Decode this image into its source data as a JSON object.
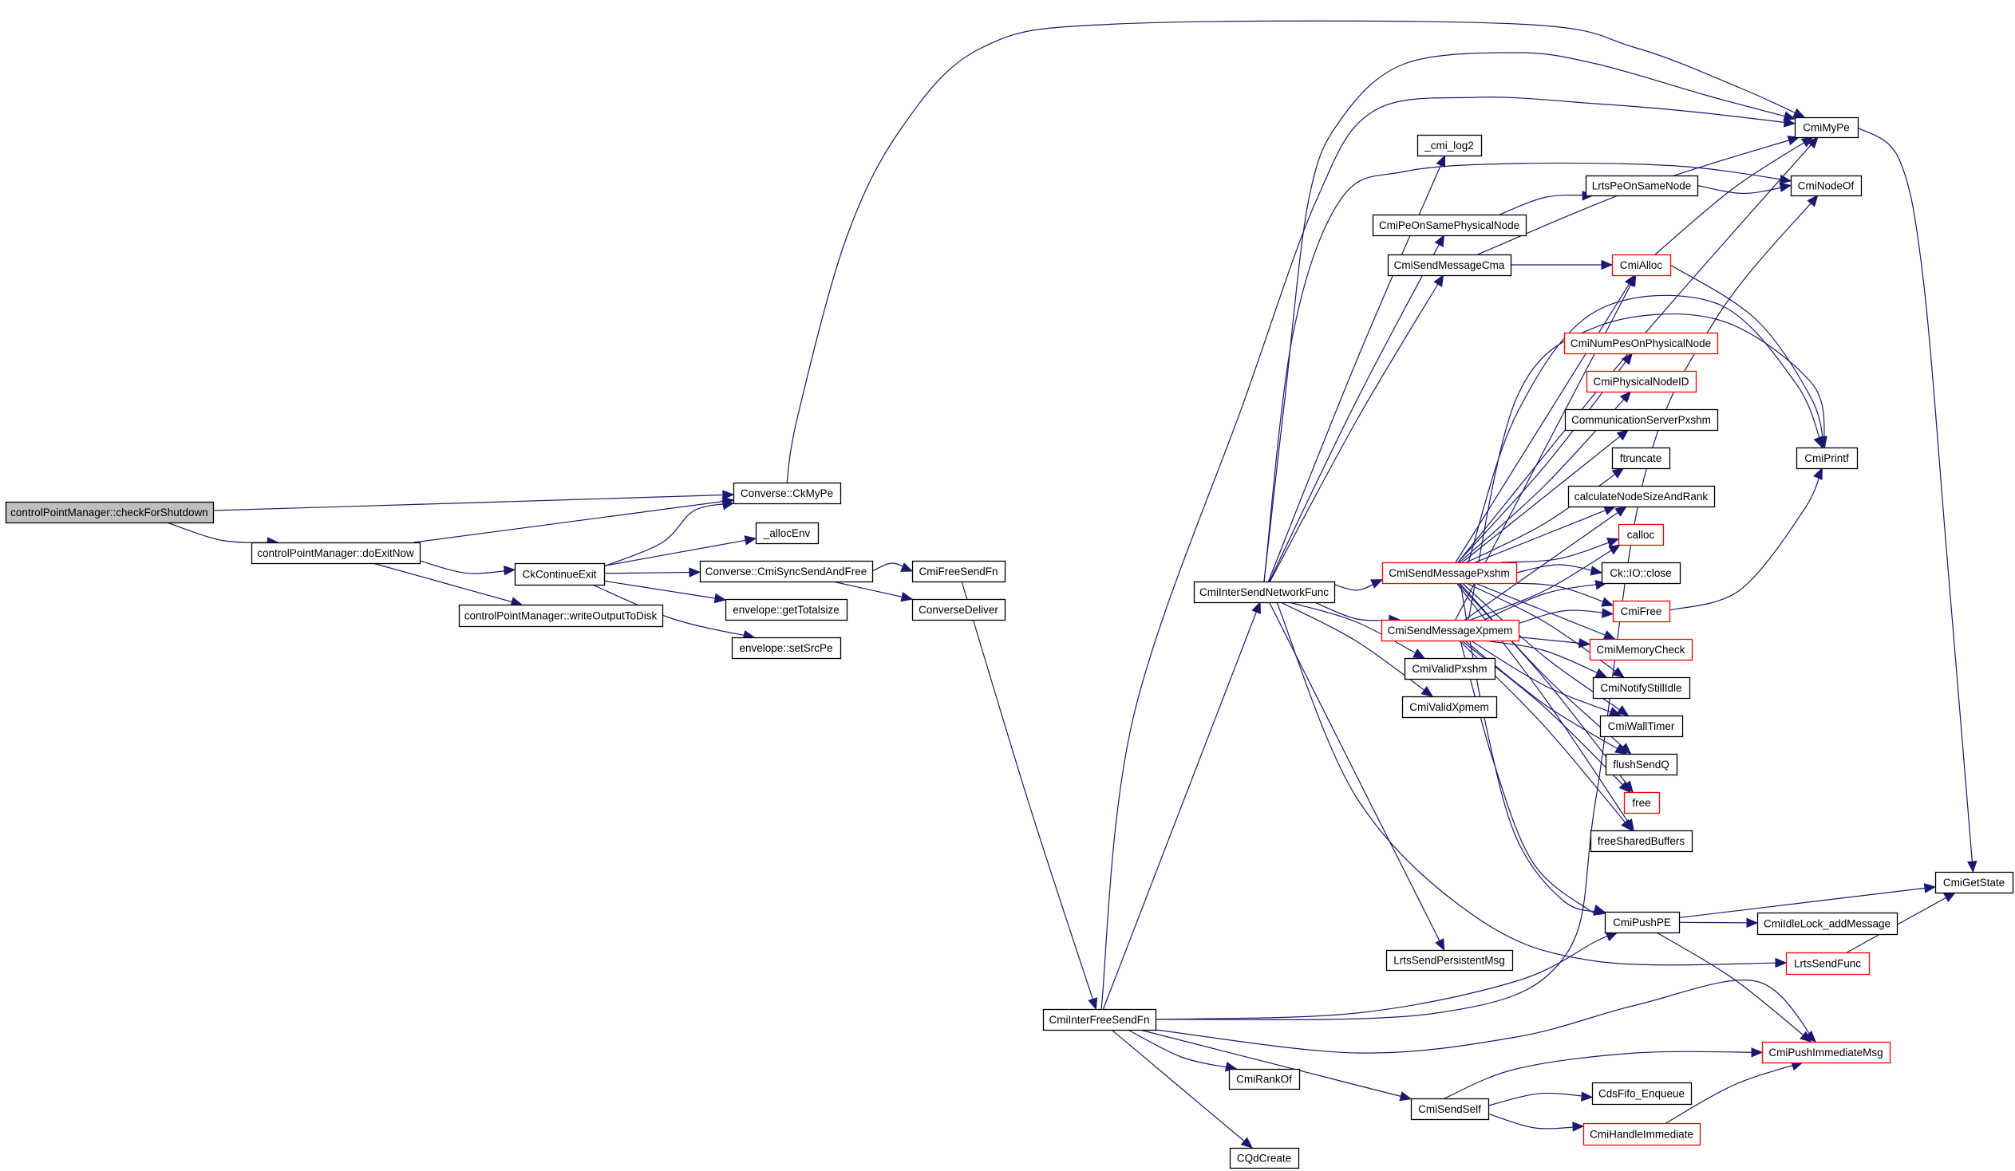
{
  "diagram": {
    "type": "call-graph",
    "colors": {
      "edge": "#191970",
      "node_border": "#000000",
      "node_border_incomplete": "#ff0000",
      "root_fill": "#bfbfbf",
      "node_fill": "#ffffff",
      "text": "#000000"
    },
    "root": "controlPointManager::checkForShutdown",
    "nodes": [
      {
        "id": "n_check",
        "label": "controlPointManager::checkForShutdown",
        "root": true,
        "truncated": false
      },
      {
        "id": "n_doExit",
        "label": "controlPointManager::doExitNow",
        "truncated": false
      },
      {
        "id": "n_ckCont",
        "label": "CkContinueExit",
        "truncated": false
      },
      {
        "id": "n_write",
        "label": "controlPointManager::writeOutputToDisk",
        "truncated": false
      },
      {
        "id": "n_convMyPe",
        "label": "Converse::CkMyPe",
        "truncated": false
      },
      {
        "id": "n_allocEnv",
        "label": "_allocEnv",
        "truncated": false
      },
      {
        "id": "n_syncSend",
        "label": "Converse::CmiSyncSendAndFree",
        "truncated": false
      },
      {
        "id": "n_getTotal",
        "label": "envelope::getTotalsize",
        "truncated": false
      },
      {
        "id": "n_setSrc",
        "label": "envelope::setSrcPe",
        "truncated": false
      },
      {
        "id": "n_freeSendFn",
        "label": "CmiFreeSendFn",
        "truncated": false
      },
      {
        "id": "n_convDeliver",
        "label": "ConverseDeliver",
        "truncated": false
      },
      {
        "id": "n_interFree",
        "label": "CmiInterFreeSendFn",
        "truncated": false
      },
      {
        "id": "n_interNet",
        "label": "CmiInterSendNetworkFunc",
        "truncated": false
      },
      {
        "id": "n_cmilog2",
        "label": "_cmi_log2",
        "truncated": false
      },
      {
        "id": "n_peSamePhys",
        "label": "CmiPeOnSamePhysicalNode",
        "truncated": false
      },
      {
        "id": "n_sendCma",
        "label": "CmiSendMessageCma",
        "truncated": false
      },
      {
        "id": "n_lrtsPeSame",
        "label": "LrtsPeOnSameNode",
        "truncated": false
      },
      {
        "id": "n_cmiAlloc",
        "label": "CmiAlloc",
        "truncated": true
      },
      {
        "id": "n_myPe",
        "label": "CmiMyPe",
        "truncated": false
      },
      {
        "id": "n_nodeOf",
        "label": "CmiNodeOf",
        "truncated": false
      },
      {
        "id": "n_numPes",
        "label": "CmiNumPesOnPhysicalNode",
        "truncated": true
      },
      {
        "id": "n_physId",
        "label": "CmiPhysicalNodeID",
        "truncated": true
      },
      {
        "id": "n_commServ",
        "label": "CommunicationServerPxshm",
        "truncated": false
      },
      {
        "id": "n_ftrunc",
        "label": "ftruncate",
        "truncated": false
      },
      {
        "id": "n_calcNode",
        "label": "calculateNodeSizeAndRank",
        "truncated": false
      },
      {
        "id": "n_calloc",
        "label": "calloc",
        "truncated": true
      },
      {
        "id": "n_ioClose",
        "label": "Ck::IO::close",
        "truncated": false
      },
      {
        "id": "n_cmiFree",
        "label": "CmiFree",
        "truncated": true
      },
      {
        "id": "n_memCheck",
        "label": "CmiMemoryCheck",
        "truncated": true
      },
      {
        "id": "n_notifyIdle",
        "label": "CmiNotifyStillIdle",
        "truncated": false
      },
      {
        "id": "n_wallTimer",
        "label": "CmiWallTimer",
        "truncated": false
      },
      {
        "id": "n_flushQ",
        "label": "flushSendQ",
        "truncated": false
      },
      {
        "id": "n_free",
        "label": "free",
        "truncated": true
      },
      {
        "id": "n_freeShared",
        "label": "freeSharedBuffers",
        "truncated": false
      },
      {
        "id": "n_printf",
        "label": "CmiPrintf",
        "truncated": false
      },
      {
        "id": "n_sendPxshm",
        "label": "CmiSendMessagePxshm",
        "truncated": true
      },
      {
        "id": "n_sendXpmem",
        "label": "CmiSendMessageXpmem",
        "truncated": true
      },
      {
        "id": "n_validPxshm",
        "label": "CmiValidPxshm",
        "truncated": false
      },
      {
        "id": "n_validXpmem",
        "label": "CmiValidXpmem",
        "truncated": false
      },
      {
        "id": "n_lrtsPersist",
        "label": "LrtsSendPersistentMsg",
        "truncated": false
      },
      {
        "id": "n_pushPE",
        "label": "CmiPushPE",
        "truncated": false
      },
      {
        "id": "n_getState",
        "label": "CmiGetState",
        "truncated": false
      },
      {
        "id": "n_idleLock",
        "label": "CmiIdleLock_addMessage",
        "truncated": false
      },
      {
        "id": "n_lrtsSend",
        "label": "LrtsSendFunc",
        "truncated": true
      },
      {
        "id": "n_pushImm",
        "label": "CmiPushImmediateMsg",
        "truncated": true
      },
      {
        "id": "n_rankOf",
        "label": "CmiRankOf",
        "truncated": false
      },
      {
        "id": "n_sendSelf",
        "label": "CmiSendSelf",
        "truncated": false
      },
      {
        "id": "n_qdCreate",
        "label": "CQdCreate",
        "truncated": false
      },
      {
        "id": "n_fifoEnq",
        "label": "CdsFifo_Enqueue",
        "truncated": false
      },
      {
        "id": "n_handleImm",
        "label": "CmiHandleImmediate",
        "truncated": true
      }
    ],
    "edges": [
      [
        "n_check",
        "n_convMyPe"
      ],
      [
        "n_check",
        "n_doExit"
      ],
      [
        "n_doExit",
        "n_convMyPe"
      ],
      [
        "n_doExit",
        "n_ckCont"
      ],
      [
        "n_doExit",
        "n_write"
      ],
      [
        "n_ckCont",
        "n_convMyPe"
      ],
      [
        "n_ckCont",
        "n_allocEnv"
      ],
      [
        "n_ckCont",
        "n_syncSend"
      ],
      [
        "n_ckCont",
        "n_getTotal"
      ],
      [
        "n_ckCont",
        "n_setSrc"
      ],
      [
        "n_convMyPe",
        "n_myPe"
      ],
      [
        "n_syncSend",
        "n_freeSendFn"
      ],
      [
        "n_syncSend",
        "n_convDeliver"
      ],
      [
        "n_freeSendFn",
        "n_interFree"
      ],
      [
        "n_interFree",
        "n_interNet"
      ],
      [
        "n_interFree",
        "n_pushPE"
      ],
      [
        "n_interFree",
        "n_pushImm"
      ],
      [
        "n_interFree",
        "n_rankOf"
      ],
      [
        "n_interFree",
        "n_sendSelf"
      ],
      [
        "n_interFree",
        "n_qdCreate"
      ],
      [
        "n_interFree",
        "n_nodeOf"
      ],
      [
        "n_interFree",
        "n_myPe"
      ],
      [
        "n_interNet",
        "n_myPe"
      ],
      [
        "n_interNet",
        "n_cmilog2"
      ],
      [
        "n_interNet",
        "n_nodeOf"
      ],
      [
        "n_interNet",
        "n_peSamePhys"
      ],
      [
        "n_interNet",
        "n_sendCma"
      ],
      [
        "n_interNet",
        "n_sendPxshm"
      ],
      [
        "n_interNet",
        "n_sendXpmem"
      ],
      [
        "n_interNet",
        "n_validPxshm"
      ],
      [
        "n_interNet",
        "n_validXpmem"
      ],
      [
        "n_interNet",
        "n_lrtsPersist"
      ],
      [
        "n_interNet",
        "n_lrtsSend"
      ],
      [
        "n_peSamePhys",
        "n_lrtsPeSame"
      ],
      [
        "n_lrtsPeSame",
        "n_nodeOf"
      ],
      [
        "n_sendCma",
        "n_cmiAlloc"
      ],
      [
        "n_sendCma",
        "n_myPe"
      ],
      [
        "n_cmiAlloc",
        "n_myPe"
      ],
      [
        "n_cmiAlloc",
        "n_printf"
      ],
      [
        "n_sendPxshm",
        "n_cmiAlloc"
      ],
      [
        "n_sendPxshm",
        "n_myPe"
      ],
      [
        "n_sendPxshm",
        "n_numPes"
      ],
      [
        "n_sendPxshm",
        "n_physId"
      ],
      [
        "n_sendPxshm",
        "n_commServ"
      ],
      [
        "n_sendPxshm",
        "n_ftrunc"
      ],
      [
        "n_sendPxshm",
        "n_calcNode"
      ],
      [
        "n_sendPxshm",
        "n_calloc"
      ],
      [
        "n_sendPxshm",
        "n_ioClose"
      ],
      [
        "n_sendPxshm",
        "n_cmiFree"
      ],
      [
        "n_sendPxshm",
        "n_memCheck"
      ],
      [
        "n_sendPxshm",
        "n_notifyIdle"
      ],
      [
        "n_sendPxshm",
        "n_wallTimer"
      ],
      [
        "n_sendPxshm",
        "n_flushQ"
      ],
      [
        "n_sendPxshm",
        "n_free"
      ],
      [
        "n_sendPxshm",
        "n_freeShared"
      ],
      [
        "n_sendPxshm",
        "n_printf"
      ],
      [
        "n_sendPxshm",
        "n_pushPE"
      ],
      [
        "n_sendXpmem",
        "n_cmiAlloc"
      ],
      [
        "n_sendXpmem",
        "n_calcNode"
      ],
      [
        "n_sendXpmem",
        "n_calloc"
      ],
      [
        "n_sendXpmem",
        "n_ioClose"
      ],
      [
        "n_sendXpmem",
        "n_cmiFree"
      ],
      [
        "n_sendXpmem",
        "n_memCheck"
      ],
      [
        "n_sendXpmem",
        "n_notifyIdle"
      ],
      [
        "n_sendXpmem",
        "n_wallTimer"
      ],
      [
        "n_sendXpmem",
        "n_flushQ"
      ],
      [
        "n_sendXpmem",
        "n_free"
      ],
      [
        "n_sendXpmem",
        "n_freeShared"
      ],
      [
        "n_sendXpmem",
        "n_printf"
      ],
      [
        "n_sendXpmem",
        "n_pushPE"
      ],
      [
        "n_cmiFree",
        "n_printf"
      ],
      [
        "n_myPe",
        "n_getState"
      ],
      [
        "n_pushPE",
        "n_getState"
      ],
      [
        "n_pushPE",
        "n_idleLock"
      ],
      [
        "n_pushPE",
        "n_pushImm"
      ],
      [
        "n_lrtsSend",
        "n_getState"
      ],
      [
        "n_sendSelf",
        "n_pushImm"
      ],
      [
        "n_sendSelf",
        "n_fifoEnq"
      ],
      [
        "n_sendSelf",
        "n_handleImm"
      ],
      [
        "n_handleImm",
        "n_pushImm"
      ]
    ]
  }
}
